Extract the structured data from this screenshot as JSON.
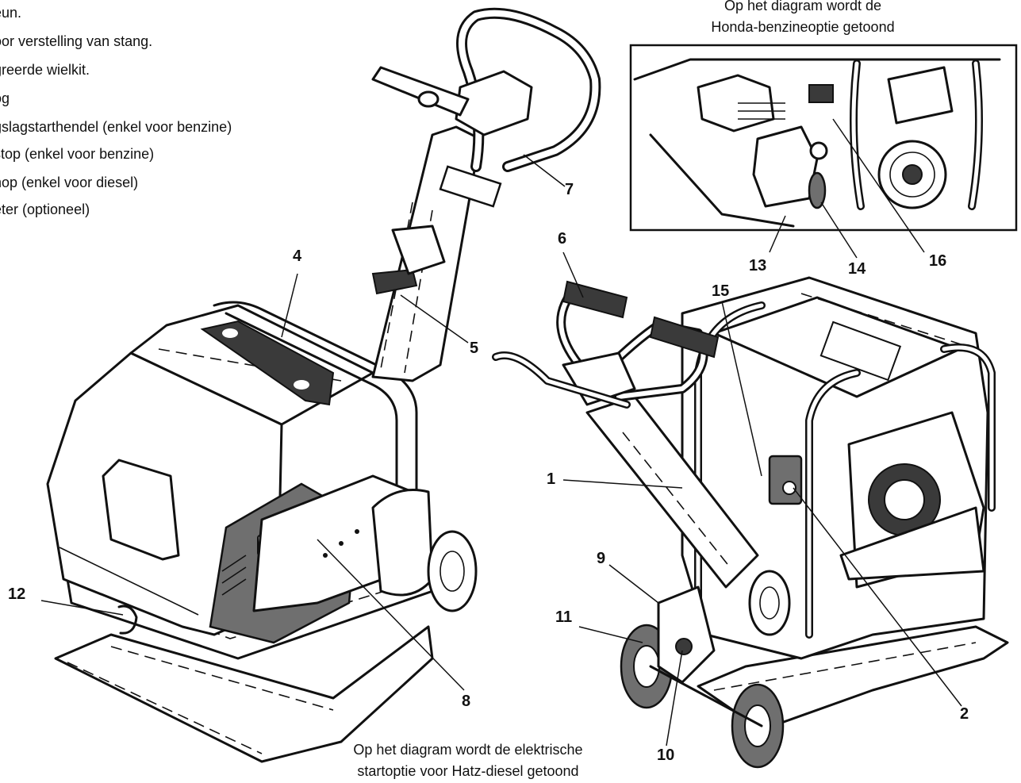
{
  "legend": [
    "eun.",
    "oor verstelling van stang.",
    "greerde  wielkit.",
    "og",
    "gslagstarthendel (enkel voor benzine)",
    "stop (enkel voor benzine)",
    "nop (enkel voor diesel)",
    "eter (optioneel)"
  ],
  "captions": {
    "inset_line1": "Op het diagram wordt de",
    "inset_line2": "Honda-benzineoptie getoond",
    "bottom_line1": "Op het diagram wordt de elektrische",
    "bottom_line2": "startoptie voor Hatz-diesel getoond"
  },
  "callouts": [
    "1",
    "2",
    "4",
    "5",
    "6",
    "7",
    "8",
    "9",
    "10",
    "11",
    "12",
    "13",
    "14",
    "15",
    "16"
  ],
  "colors": {
    "ink": "#111111",
    "paper": "#ffffff",
    "shade": "#6f6f6f"
  }
}
